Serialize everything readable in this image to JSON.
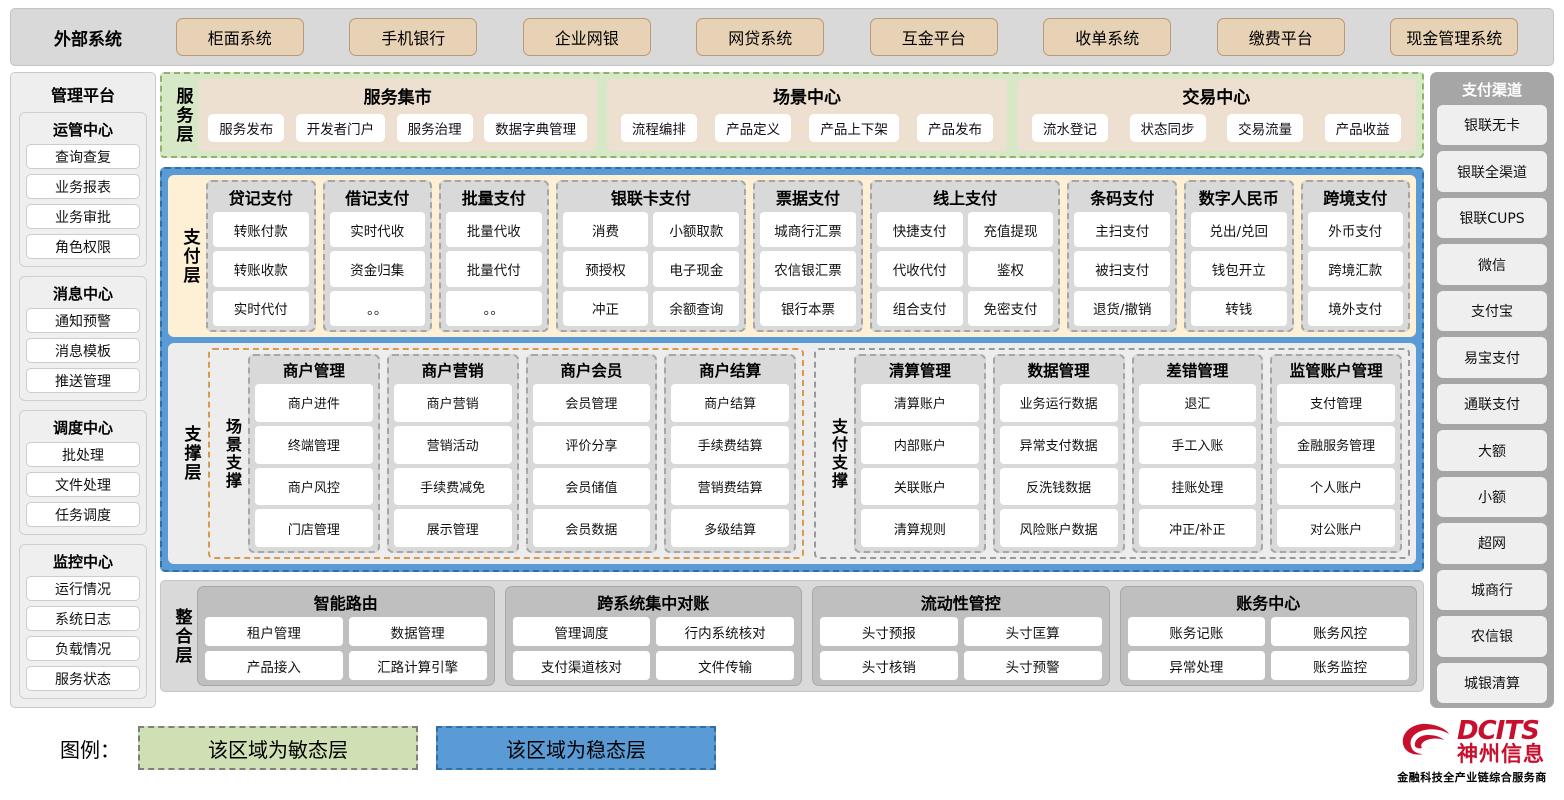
{
  "external": {
    "title": "外部系统",
    "items": [
      "柜面系统",
      "手机银行",
      "企业网银",
      "网贷系统",
      "互金平台",
      "收单系统",
      "缴费平台",
      "现金管理系统"
    ]
  },
  "management": {
    "title": "管理平台",
    "groups": [
      {
        "title": "运管中心",
        "items": [
          "查询查复",
          "业务报表",
          "业务审批",
          "角色权限"
        ]
      },
      {
        "title": "消息中心",
        "items": [
          "通知预警",
          "消息模板",
          "推送管理"
        ]
      },
      {
        "title": "调度中心",
        "items": [
          "批处理",
          "文件处理",
          "任务调度"
        ]
      },
      {
        "title": "监控中心",
        "items": [
          "运行情况",
          "系统日志",
          "负载情况",
          "服务状态"
        ]
      }
    ]
  },
  "service_layer": {
    "label": "服务层",
    "groups": [
      {
        "title": "服务集市",
        "items": [
          "服务发布",
          "开发者门户",
          "服务治理",
          "数据字典管理"
        ]
      },
      {
        "title": "场景中心",
        "items": [
          "流程编排",
          "产品定义",
          "产品上下架",
          "产品发布"
        ]
      },
      {
        "title": "交易中心",
        "items": [
          "流水登记",
          "状态同步",
          "交易流量",
          "产品收益"
        ]
      }
    ]
  },
  "payment_layer": {
    "label": "支付层",
    "groups": [
      {
        "title": "贷记支付",
        "cols": 1,
        "rows": [
          [
            "转账付款"
          ],
          [
            "转账收款"
          ],
          [
            "实时代付"
          ]
        ]
      },
      {
        "title": "借记支付",
        "cols": 1,
        "rows": [
          [
            "实时代收"
          ],
          [
            "资金归集"
          ],
          [
            "。。"
          ]
        ]
      },
      {
        "title": "批量支付",
        "cols": 1,
        "rows": [
          [
            "批量代收"
          ],
          [
            "批量代付"
          ],
          [
            "。。"
          ]
        ]
      },
      {
        "title": "银联卡支付",
        "cols": 2,
        "rows": [
          [
            "消费",
            "小额取款"
          ],
          [
            "预授权",
            "电子现金"
          ],
          [
            "冲正",
            "余额查询"
          ]
        ]
      },
      {
        "title": "票据支付",
        "cols": 1,
        "rows": [
          [
            "城商行汇票"
          ],
          [
            "农信银汇票"
          ],
          [
            "银行本票"
          ]
        ]
      },
      {
        "title": "线上支付",
        "cols": 2,
        "rows": [
          [
            "快捷支付",
            "充值提现"
          ],
          [
            "代收代付",
            "鉴权"
          ],
          [
            "组合支付",
            "免密支付"
          ]
        ]
      },
      {
        "title": "条码支付",
        "cols": 1,
        "rows": [
          [
            "主扫支付"
          ],
          [
            "被扫支付"
          ],
          [
            "退货/撤销"
          ]
        ]
      },
      {
        "title": "数字人民币",
        "cols": 1,
        "rows": [
          [
            "兑出/兑回"
          ],
          [
            "钱包开立"
          ],
          [
            "转钱"
          ]
        ]
      },
      {
        "title": "跨境支付",
        "cols": 1,
        "rows": [
          [
            "外币支付"
          ],
          [
            "跨境汇款"
          ],
          [
            "境外支付"
          ]
        ]
      }
    ]
  },
  "support_layer": {
    "label": "支撑层",
    "halves": [
      {
        "label": "场景支撑",
        "columns": [
          {
            "title": "商户管理",
            "items": [
              "商户进件",
              "终端管理",
              "商户风控",
              "门店管理"
            ]
          },
          {
            "title": "商户营销",
            "items": [
              "商户营销",
              "营销活动",
              "手续费减免",
              "展示管理"
            ]
          },
          {
            "title": "商户会员",
            "items": [
              "会员管理",
              "评价分享",
              "会员储值",
              "会员数据"
            ]
          },
          {
            "title": "商户结算",
            "items": [
              "商户结算",
              "手续费结算",
              "营销费结算",
              "多级结算"
            ]
          }
        ]
      },
      {
        "label": "支付支撑",
        "columns": [
          {
            "title": "清算管理",
            "items": [
              "清算账户",
              "内部账户",
              "关联账户",
              "清算规则"
            ]
          },
          {
            "title": "数据管理",
            "items": [
              "业务运行数据",
              "异常支付数据",
              "反洗钱数据",
              "风险账户数据"
            ]
          },
          {
            "title": "差错管理",
            "items": [
              "退汇",
              "手工入账",
              "挂账处理",
              "冲正/补正"
            ]
          },
          {
            "title": "监管账户管理",
            "items": [
              "支付管理",
              "金融服务管理",
              "个人账户",
              "对公账户"
            ]
          }
        ]
      }
    ]
  },
  "integration_layer": {
    "label": "整合层",
    "groups": [
      {
        "title": "智能路由",
        "rows": [
          [
            "租户管理",
            "数据管理"
          ],
          [
            "产品接入",
            "汇路计算引擎"
          ]
        ]
      },
      {
        "title": "跨系统集中对账",
        "rows": [
          [
            "管理调度",
            "行内系统核对"
          ],
          [
            "支付渠道核对",
            "文件传输"
          ]
        ]
      },
      {
        "title": "流动性管控",
        "rows": [
          [
            "头寸预报",
            "头寸匡算"
          ],
          [
            "头寸核销",
            "头寸预警"
          ]
        ]
      },
      {
        "title": "账务中心",
        "rows": [
          [
            "账务记账",
            "账务风控"
          ],
          [
            "异常处理",
            "账务监控"
          ]
        ]
      }
    ]
  },
  "channels": {
    "title": "支付渠道",
    "items": [
      "银联无卡",
      "银联全渠道",
      "银联CUPS",
      "微信",
      "支付宝",
      "易宝支付",
      "通联支付",
      "大额",
      "小额",
      "超网",
      "城商行",
      "农信银",
      "城银清算"
    ]
  },
  "legend": {
    "label": "图例：",
    "agile": "该区域为敏态层",
    "stable": "该区域为稳态层"
  },
  "logo": {
    "brand_en": "DCITS",
    "brand_cn": "神州信息",
    "tagline": "金融科技全产业链综合服务商"
  },
  "colors": {
    "agile_green": "#d7e8c6",
    "stable_blue": "#5b9bd5",
    "payment_cream": "#fdf0d5",
    "external_chip": "#e8d2b5",
    "brand_red": "#c8102e"
  }
}
